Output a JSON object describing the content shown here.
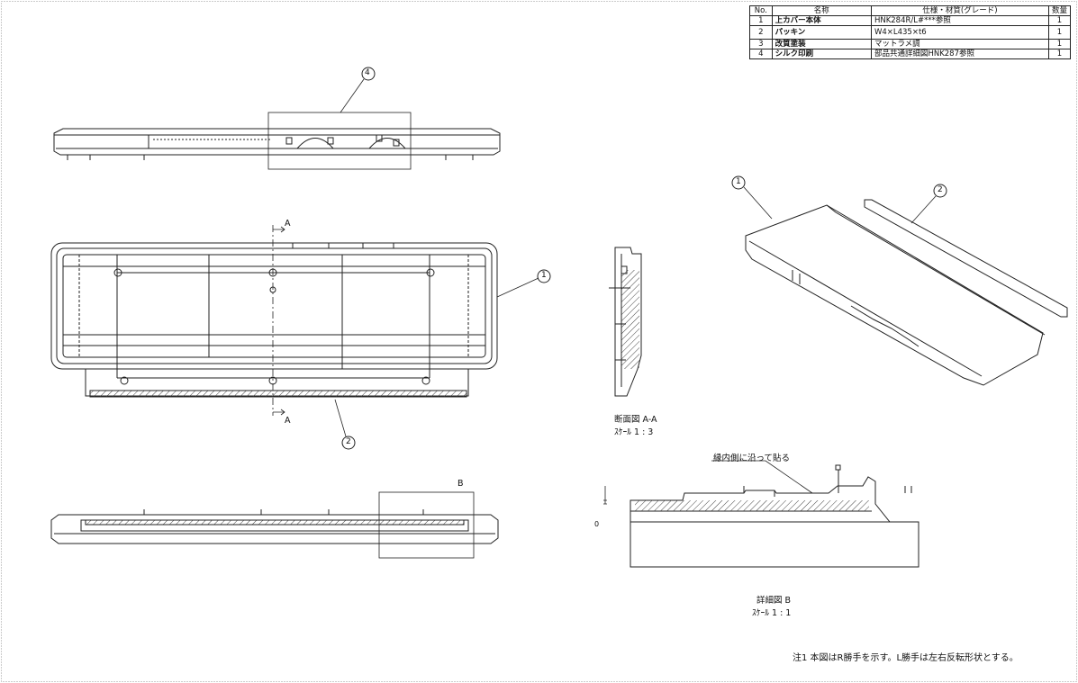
{
  "bom": {
    "headers": [
      "No.",
      "名称",
      "仕様・材質(グレード)",
      "数量"
    ],
    "rows": [
      {
        "no": "1",
        "name": "上カバー本体",
        "spec": "HNK284R/L#***参照",
        "qty": "1"
      },
      {
        "no": "2",
        "name": "パッキン",
        "spec": "W4×L435×t6",
        "qty": "1"
      },
      {
        "no": "3",
        "name": "改質塗装",
        "spec": "マットラメ調",
        "qty": "1"
      },
      {
        "no": "4",
        "name": "シルク印刷",
        "spec": "部品共通詳細図HNK287参照",
        "qty": "1"
      }
    ]
  },
  "balloons": {
    "b1": "1",
    "b2": "2",
    "b4": "4"
  },
  "section_marks": {
    "a": "A",
    "b": "B"
  },
  "section_view": {
    "title": "断面図 A-A",
    "scale": "ｽｹｰﾙ 1 : 3"
  },
  "detail_view": {
    "annotation": "縁内側に沿って貼る",
    "title": "詳細図 B",
    "scale": "ｽｹｰﾙ 1 : 1",
    "dim_zero": "0"
  },
  "note": "注1  本図はR勝手を示す。L勝手は左右反転形状とする。",
  "colors": {
    "line": "#222222",
    "hatch": "#555555",
    "border": "#9a9a9a"
  }
}
